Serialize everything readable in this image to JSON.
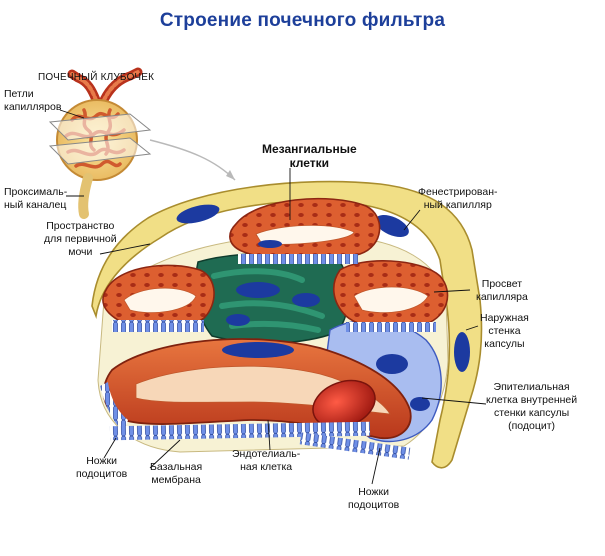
{
  "title": "Строение почечного фильтра",
  "labels": {
    "glomerulus": "ПОЧЕЧНЫЙ КЛУБОЧЕК",
    "capillary_loops": [
      "Петли",
      "капилляров"
    ],
    "proximal_tubule": [
      "Проксималь-",
      "ный каналец"
    ],
    "urine_space": [
      "Пространство",
      "для первичной",
      "мочи"
    ],
    "mesangial": [
      "Мезангиальные",
      "клетки"
    ],
    "fenestrated": [
      "Фенестрирован-",
      "ный капилляр"
    ],
    "lumen": [
      "Просвет",
      "капилляра"
    ],
    "outer_wall": [
      "Наружная",
      "стенка",
      "капсулы"
    ],
    "podocyte_cell": [
      "Эпителиальная",
      "клетка внутренней",
      "стенки капсулы",
      "(подоцит)"
    ],
    "podocyte_legs_left": [
      "Ножки",
      "подоцитов"
    ],
    "basal_membrane": [
      "Базальная",
      "мембрана"
    ],
    "endothelial": [
      "Эндотелиаль-",
      "ная клетка"
    ],
    "podocyte_legs_bottom": [
      "Ножки",
      "подоцитов"
    ]
  },
  "colors": {
    "title": "#1d3f9a",
    "capsule": "#f2e08a",
    "capillary_wall": "#d9552b",
    "capillary_lumen": "#f4b98c",
    "mesangium": "#1f6b52",
    "nucleus": "#1c3aa0",
    "podocyte": "#5b78d6",
    "red_cell": "#c62a1e"
  }
}
